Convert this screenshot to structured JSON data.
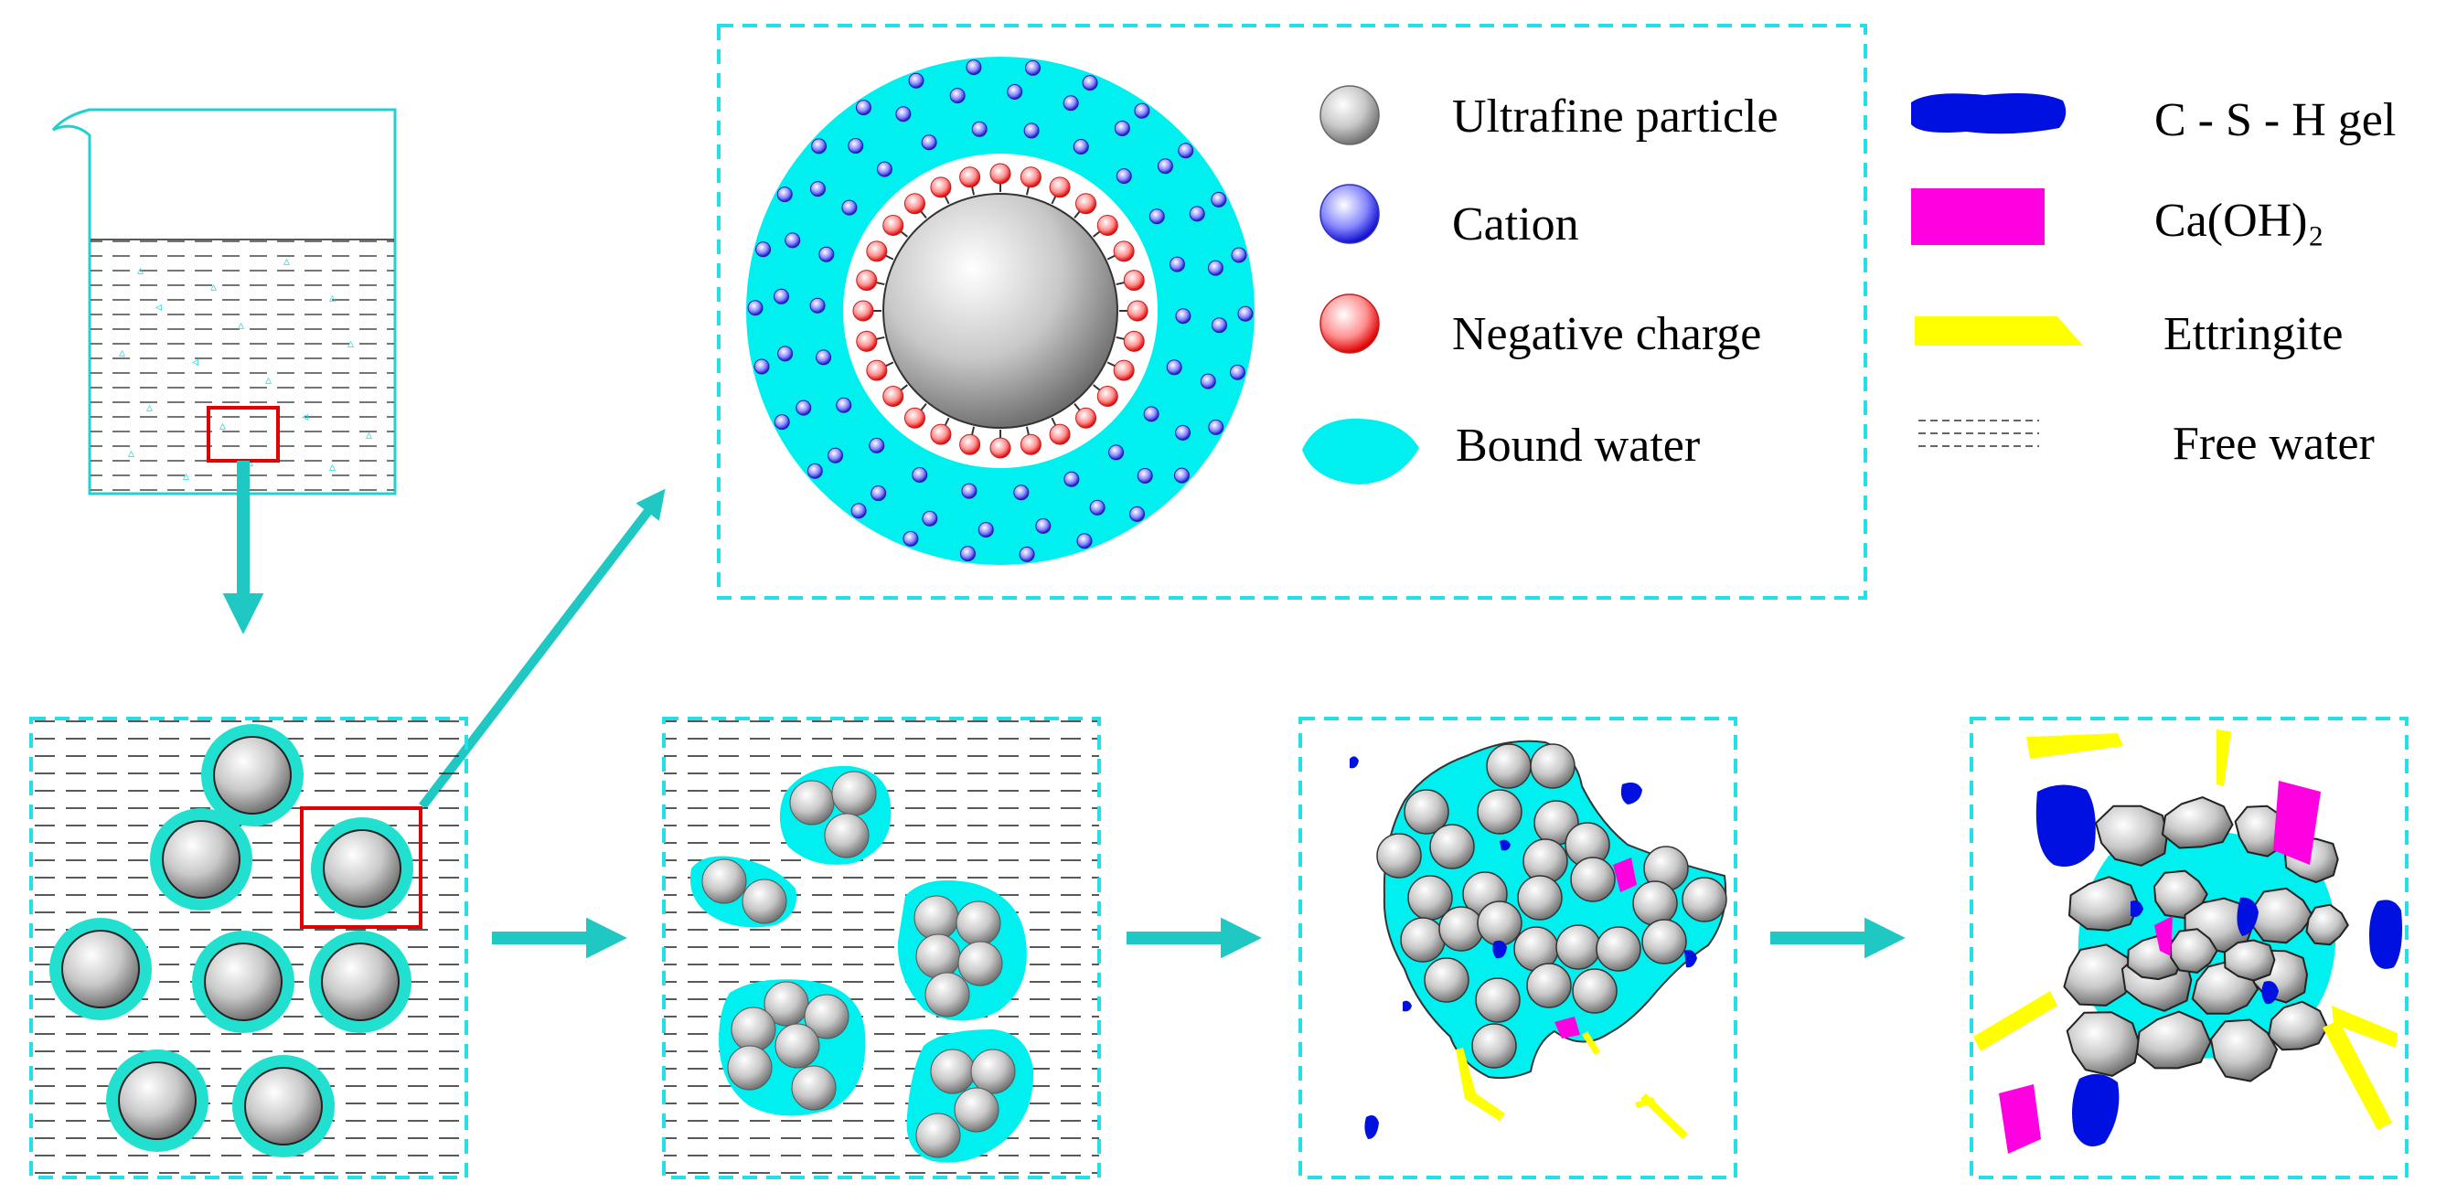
{
  "legend_left": [
    {
      "label": "Ultrafine particle",
      "icon": "gray-sphere-icon"
    },
    {
      "label": "Cation",
      "icon": "blue-sphere-icon"
    },
    {
      "label": "Negative charge",
      "icon": "red-sphere-icon"
    },
    {
      "label": "Bound water",
      "icon": "cyan-blob-icon"
    }
  ],
  "legend_right": [
    {
      "label": "C - S - H gel",
      "icon": "blue-gel-icon"
    },
    {
      "label": "Ca(OH)₂",
      "icon": "magenta-rect-icon"
    },
    {
      "label": "Ettringite",
      "icon": "yellow-needle-icon"
    },
    {
      "label": "Free water",
      "icon": "dashed-lines-icon"
    }
  ],
  "colors": {
    "frame": "#22E0E6",
    "arrow": "#20C8C4",
    "bound_water": "#00F0F0",
    "csh_gel": "#0010E0",
    "caoh2": "#FF00E0",
    "ettringite": "#FFFF00",
    "highlight_box": "#E00000"
  }
}
